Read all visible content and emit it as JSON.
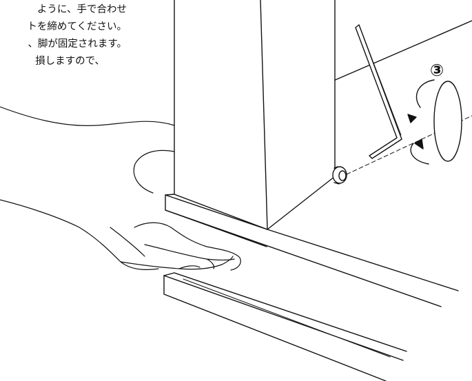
{
  "instructions": {
    "lines": [
      "ように、手で合わせ",
      "トを締めてください。",
      "、脚が固定されます。",
      "損しますので、"
    ]
  },
  "step_marker": "③",
  "colors": {
    "ink": "#111111",
    "fill": "#ffffff"
  }
}
